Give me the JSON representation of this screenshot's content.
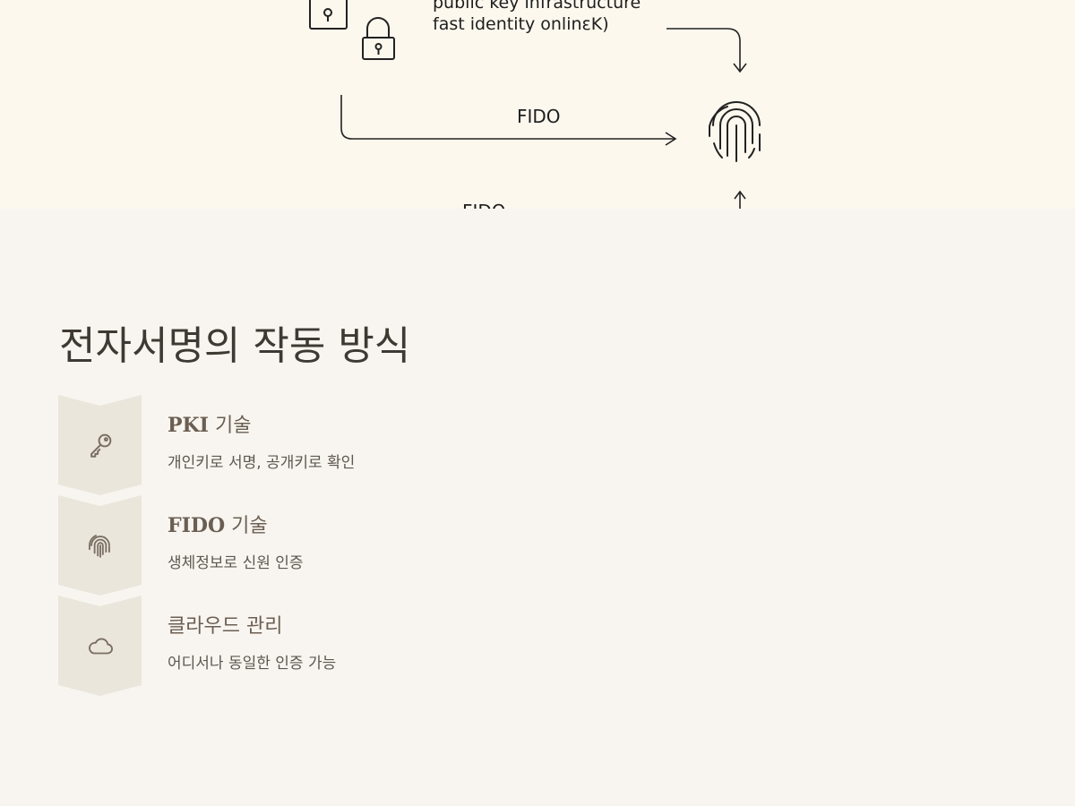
{
  "diagram": {
    "pki_text": "public key infrastructure",
    "fido_long_text": "fast identity onlinεK)",
    "fido_label": "FIDO",
    "fido_cut_label": "FIDO"
  },
  "section": {
    "title": "전자서명의 작동 방식",
    "steps": [
      {
        "title_latin": "PKI",
        "title_rest": " 기술",
        "desc": "개인키로 서명, 공개키로 확인",
        "icon": "key-icon"
      },
      {
        "title_latin": "FIDO",
        "title_rest": " 기술",
        "desc": "생체정보로 신원 인증",
        "icon": "fingerprint-icon"
      },
      {
        "title_latin": "",
        "title_rest": "클라우드 관리",
        "desc": "어디서나 동일한 인증 가능",
        "icon": "cloud-icon"
      }
    ]
  },
  "colors": {
    "page_bg": "#f8f5f0",
    "diagram_bg": "#fdf8ee",
    "chevron_bg": "#eae6dc",
    "title_text": "#3e3a33",
    "step_title": "#6b5e52"
  }
}
